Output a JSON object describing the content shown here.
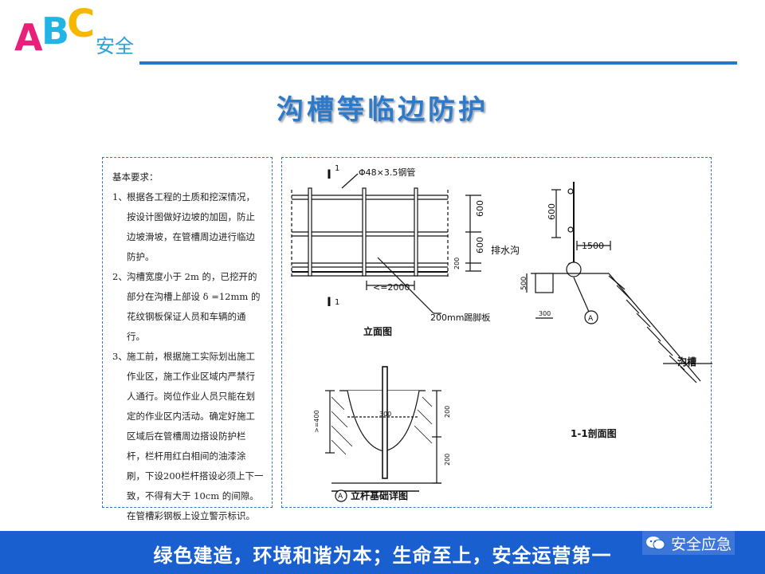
{
  "logo": {
    "letter_a": "A",
    "letter_b": "B",
    "letter_c": "C",
    "text": "安全"
  },
  "title": "沟槽等临边防护",
  "requirements": {
    "heading": "基本要求：",
    "items": [
      {
        "num": "1、",
        "text": "根据各工程的土质和挖深情况，按设计图做好边坡的加固，防止边坡滑坡，在管槽周边进行临边防护。"
      },
      {
        "num": "2、",
        "text": "沟槽宽度小于 2m 的，已挖开的部分在沟槽上部设 δ =12mm 的花纹钢板保证人员和车辆的通行。"
      },
      {
        "num": "3、",
        "text": "施工前，根据施工实际划出施工作业区，施工作业区域内严禁行人通行。岗位作业人员只能在划定的作业区内活动。确定好施工区域后在管槽周边搭设防护栏杆，栏杆用红白相间的油漆涂刷，下设200栏杆搭设必须上下一致，不得有大于 10cm 的间隙。在管槽彩钢板上设立警示标识。"
      }
    ]
  },
  "drawing": {
    "section_mark_top": "I",
    "section_mark_top_num": "1",
    "section_mark_bottom": "I",
    "section_mark_bottom_num": "1",
    "pipe_label": "Φ48×3.5钢管",
    "dim_600_a": "600",
    "dim_600_b": "600",
    "dim_200_left": "200",
    "dim_2000": "<=2000",
    "toeboard_label": "200mm踢脚板",
    "elevation_label": "立面图",
    "post_dim_600": "600",
    "drain_label": "排水沟",
    "dim_1500": "1500",
    "dim_500": "500",
    "dim_300_drain": "300",
    "circle_a": "A",
    "trench_label": "沟槽",
    "section_label": "1-1剖面图",
    "foundation_dim_400": ">=400",
    "foundation_dim_300": "300",
    "foundation_dim_200_a": "200",
    "foundation_dim_200_b": "200",
    "foundation_circle_a": "A",
    "foundation_label": "立杆基础详图"
  },
  "footer": {
    "slogan": "绿色建造，环境和谐为本；生命至上，安全运营第一",
    "watermark": "安全应急"
  },
  "colors": {
    "accent": "#2e79c8",
    "rule": "#1f78d6",
    "footer": "#1a5fd0"
  }
}
